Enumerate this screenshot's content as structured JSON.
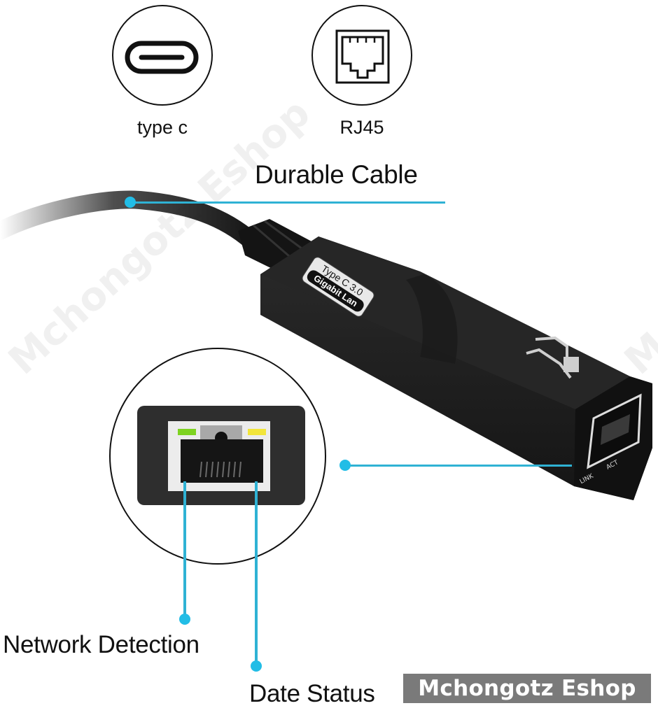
{
  "ports": [
    {
      "icon": "usb-type-c-icon",
      "label": "type c"
    },
    {
      "icon": "rj45-port-icon",
      "label": "RJ45"
    }
  ],
  "features": {
    "cable": "Durable Cable",
    "network_detection": "Network Detection",
    "data_status": "Date Status"
  },
  "device": {
    "badge_line1": "Type C 3.0",
    "badge_line2": "Gigabit Lan",
    "led_left_label": "LINK",
    "led_right_label": "ACT"
  },
  "zoom_detail": {
    "led_left_color": "#7ed321",
    "led_right_color": "#f2e53a"
  },
  "watermark": "Mchongotz Eshop",
  "brand_badge": "Mchongotz Eshop",
  "colors": {
    "accent": "#2fb2d4",
    "device_body": "#1c1c1c",
    "badge_bg": "#7a7a7a"
  }
}
